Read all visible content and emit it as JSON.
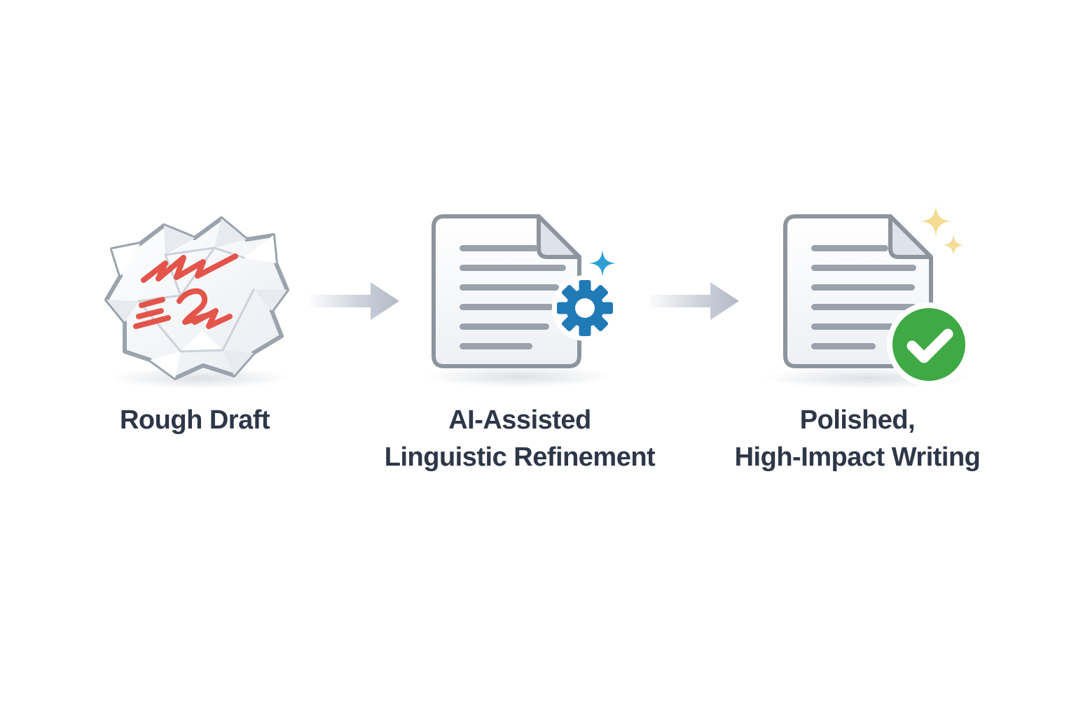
{
  "diagram": {
    "steps": [
      {
        "name": "rough-draft",
        "icon": "crumpled-paper-icon",
        "label": "Rough Draft"
      },
      {
        "name": "ai-refinement",
        "icon": "document-gear-sparkle-icon",
        "label_line1": "AI-Assisted",
        "label_line2": "Linguistic Refinement"
      },
      {
        "name": "polished-writing",
        "icon": "document-checkmark-sparkles-icon",
        "label_line1": "Polished,",
        "label_line2": "High-Impact Writing"
      }
    ],
    "connector_icon": "arrow-right-icon"
  },
  "colors": {
    "text_dark": "#2d3748",
    "scribble_red": "#e4544a",
    "gear_blue": "#1f7ab5",
    "sparkle_blue": "#2f9fd2",
    "check_green": "#3fa944",
    "sparkle_gold": "#f4dc92",
    "arrow_gray": "#b2b9c6",
    "doc_border": "#8d949e",
    "doc_line": "#9aa1ab",
    "fold_fill": "#dde3ea",
    "background": "#ffffff"
  }
}
